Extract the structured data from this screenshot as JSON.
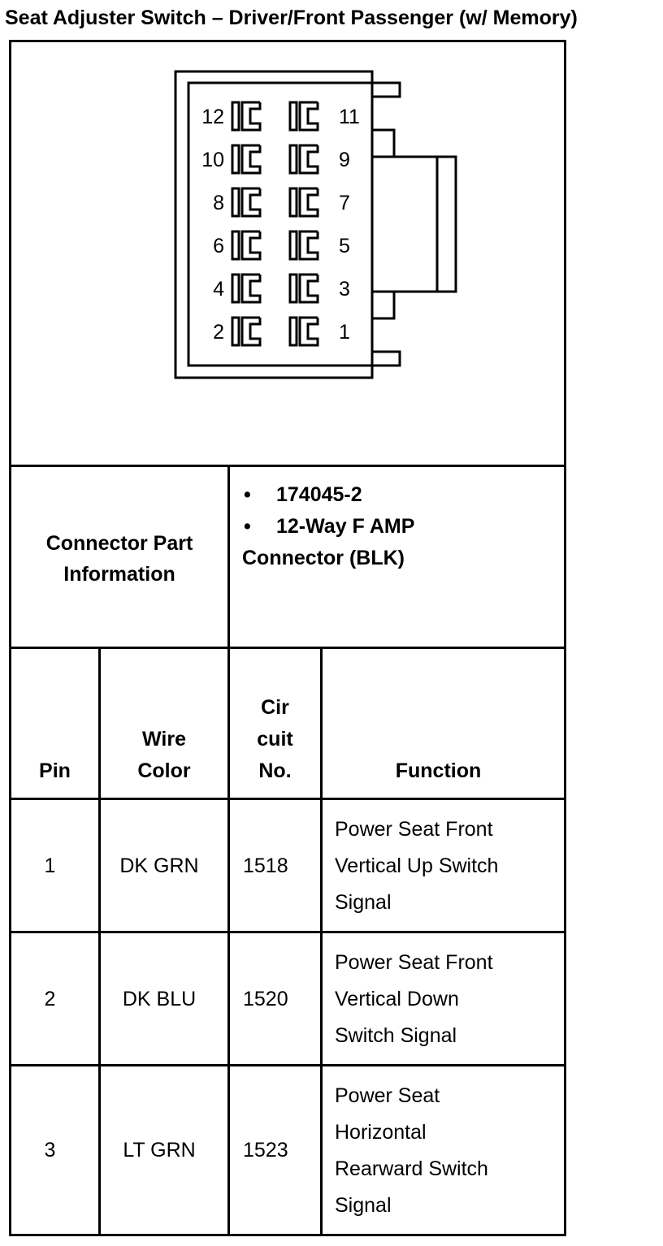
{
  "title": "Seat Adjuster Switch – Driver/Front Passenger (w/ Memory)",
  "connector_pins": {
    "left": [
      "12",
      "10",
      "8",
      "6",
      "4",
      "2"
    ],
    "right": [
      "11",
      "9",
      "7",
      "5",
      "3",
      "1"
    ]
  },
  "connector_part_information": {
    "label_line1": "Connector Part",
    "label_line2": "Information",
    "items": [
      "174045-2",
      "12-Way F AMP"
    ],
    "items_continuation": "Connector (BLK)",
    "bullet": "•"
  },
  "table": {
    "headers": {
      "pin": "Pin",
      "wire_color_line1": "Wire",
      "wire_color_line2": "Color",
      "circuit_line1": "Cir",
      "circuit_line2": "cuit",
      "circuit_line3": "No.",
      "function": "Function"
    },
    "rows": [
      {
        "pin": "1",
        "wire_color": "DK GRN",
        "circuit": "1518",
        "function_lines": [
          "Power Seat Front",
          "Vertical Up Switch",
          "Signal"
        ]
      },
      {
        "pin": "2",
        "wire_color": "DK BLU",
        "circuit": "1520",
        "function_lines": [
          "Power Seat Front",
          "Vertical Down",
          "Switch Signal"
        ]
      },
      {
        "pin": "3",
        "wire_color": "LT GRN",
        "circuit": "1523",
        "function_lines": [
          "Power Seat",
          "Horizontal",
          "Rearward Switch",
          "Signal"
        ]
      }
    ]
  }
}
